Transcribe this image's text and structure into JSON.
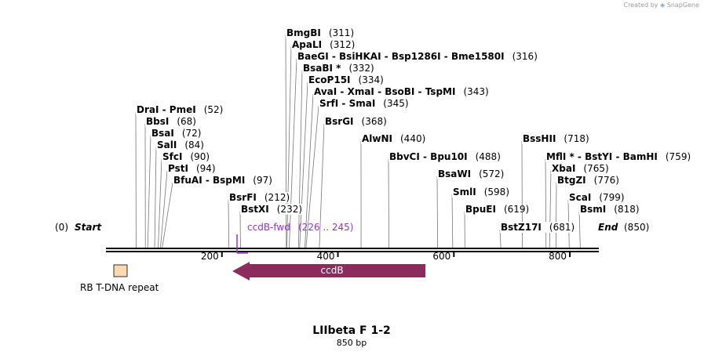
{
  "credit": {
    "prefix": "Created by",
    "brand": "SnapGene"
  },
  "map": {
    "name": "LIIbeta F 1-2",
    "length_text": "850 bp",
    "length_bp": 850,
    "start_label": "Start",
    "start_pos": "(0)",
    "end_label": "End",
    "end_pos": "(850)",
    "ticks": [
      200,
      400,
      600,
      800
    ]
  },
  "sites": [
    {
      "label": "BmgBI",
      "pos": 311,
      "pos_text": "(311)"
    },
    {
      "label": "ApaLI",
      "pos": 312,
      "pos_text": "(312)"
    },
    {
      "label": "BaeGI  - BsiHKAI  - Bsp1286I  - Bme1580I",
      "pos": 316,
      "pos_text": "(316)"
    },
    {
      "label": "BsaBI *",
      "pos": 332,
      "pos_text": "(332)"
    },
    {
      "label": "EcoP15I",
      "pos": 334,
      "pos_text": "(334)"
    },
    {
      "label": "AvaI  - XmaI  - BsoBI  - TspMI",
      "pos": 343,
      "pos_text": "(343)"
    },
    {
      "label": "SrfI  - SmaI",
      "pos": 345,
      "pos_text": "(345)"
    },
    {
      "label": "BsrGI",
      "pos": 368,
      "pos_text": "(368)"
    },
    {
      "label": "DraI  - PmeI",
      "pos": 52,
      "pos_text": "(52)"
    },
    {
      "label": "BbsI",
      "pos": 68,
      "pos_text": "(68)"
    },
    {
      "label": "BsaI",
      "pos": 72,
      "pos_text": "(72)"
    },
    {
      "label": "SalI",
      "pos": 84,
      "pos_text": "(84)"
    },
    {
      "label": "SfcI",
      "pos": 90,
      "pos_text": "(90)"
    },
    {
      "label": "PstI",
      "pos": 94,
      "pos_text": "(94)"
    },
    {
      "label": "BfuAI  - BspMI",
      "pos": 97,
      "pos_text": "(97)"
    },
    {
      "label": "BsrFI",
      "pos": 212,
      "pos_text": "(212)"
    },
    {
      "label": "BstXI",
      "pos": 232,
      "pos_text": "(232)"
    },
    {
      "label": "AlwNI",
      "pos": 440,
      "pos_text": "(440)"
    },
    {
      "label": "BbvCI  - Bpu10I",
      "pos": 488,
      "pos_text": "(488)"
    },
    {
      "label": "BsaWI",
      "pos": 572,
      "pos_text": "(572)"
    },
    {
      "label": "SmlI",
      "pos": 598,
      "pos_text": "(598)"
    },
    {
      "label": "BpuEI",
      "pos": 619,
      "pos_text": "(619)"
    },
    {
      "label": "BssHII",
      "pos": 718,
      "pos_text": "(718)"
    },
    {
      "label": "MflI *  - BstYI  - BamHI",
      "pos": 759,
      "pos_text": "(759)"
    },
    {
      "label": "XbaI",
      "pos": 765,
      "pos_text": "(765)"
    },
    {
      "label": "BtgZI",
      "pos": 776,
      "pos_text": "(776)"
    },
    {
      "label": "ScaI",
      "pos": 799,
      "pos_text": "(799)"
    },
    {
      "label": "BsmI",
      "pos": 818,
      "pos_text": "(818)"
    },
    {
      "label": "BstZ17I",
      "pos": 681,
      "pos_text": "(681)"
    }
  ],
  "primer": {
    "name": "ccdB-fwd",
    "range_text": "(226 .. 245)",
    "start": 226,
    "end": 245,
    "color": "#9b30d9"
  },
  "features": [
    {
      "name": "ccdB",
      "start": 245,
      "end": 551,
      "direction": "reverse",
      "color": "#8e2b5d",
      "text_color": "#ffffff"
    },
    {
      "name": "RB T-DNA repeat",
      "start": 12,
      "end": 37,
      "direction": "none",
      "color": "#fcd9b0",
      "text_color": "#000000"
    }
  ]
}
